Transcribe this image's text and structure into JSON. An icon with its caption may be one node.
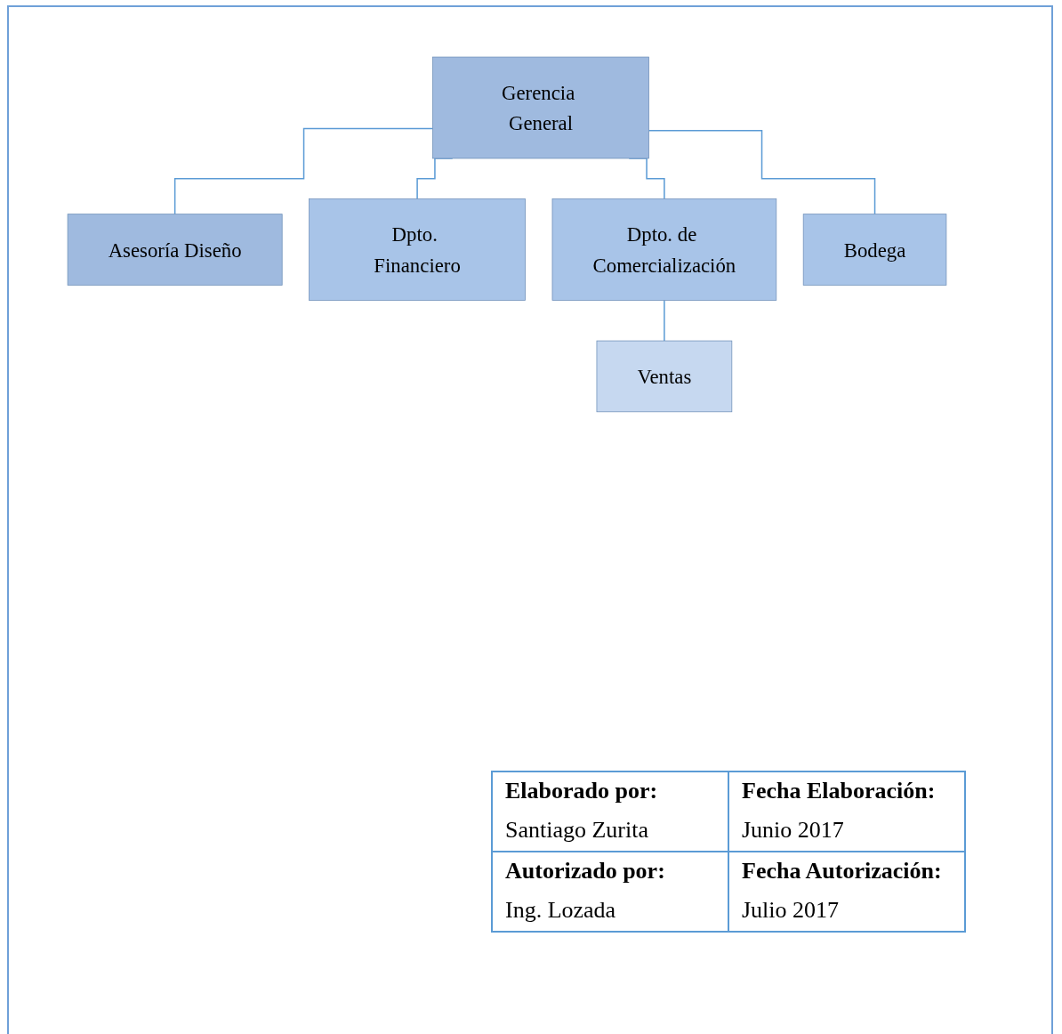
{
  "diagram": {
    "nodes": [
      {
        "text": [
          "Gerencia General"
        ]
      },
      {
        "text": [
          "Asesoría Diseño"
        ]
      },
      {
        "text": [
          "Dpto. Financiero"
        ]
      },
      {
        "text": [
          "Dpto. de Comercialización"
        ]
      },
      {
        "text": [
          "Bodega"
        ]
      },
      {
        "text": [
          "Ventas"
        ]
      }
    ],
    "edges": [
      {
        "from": 0,
        "to": 1,
        "arrow": "none"
      },
      {
        "from": 0,
        "to": 2,
        "arrow": "none"
      },
      {
        "from": 0,
        "to": 3,
        "arrow": "none"
      },
      {
        "from": 0,
        "to": 4,
        "arrow": "none"
      },
      {
        "from": 3,
        "to": 5,
        "arrow": "none"
      }
    ],
    "labels": [
      "Elaborado por:",
      "Fecha Elaboración:",
      "Santiago Zurita",
      "Junio 2017",
      "Autorizado por:",
      "Fecha Autorización:",
      "Ing. Lozada",
      "Julio 2017"
    ]
  }
}
